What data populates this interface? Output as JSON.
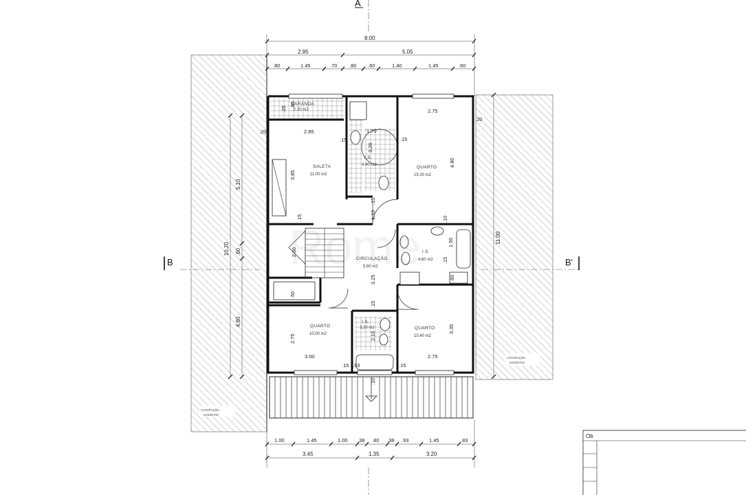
{
  "section_marks": {
    "top": "A",
    "left": "B",
    "right": "B'"
  },
  "dims_top": {
    "overall": "8.00",
    "split": [
      "2.95",
      "5.05"
    ],
    "detail": [
      ".80",
      "1.45",
      ".70",
      ".80",
      ".60",
      "1.40",
      "1.45",
      ".60"
    ]
  },
  "dims_bottom": {
    "detail": [
      "1.00",
      "1.45",
      "1.00",
      ".38",
      ".80",
      ".38",
      ".93",
      "1.45",
      ".83"
    ],
    "split": [
      "3.45",
      "1.35",
      "3.20"
    ]
  },
  "dims_left": {
    "outer": "10.20",
    "parts": [
      "5.10",
      ".60",
      "4.80"
    ]
  },
  "dims_right": {
    "outer": "11.00"
  },
  "rooms": [
    {
      "key": "varanda",
      "name": "VARANDA",
      "area": "2.20 m2"
    },
    {
      "key": "saleta",
      "name": "SALETA",
      "area": "11.00 m2"
    },
    {
      "key": "is1",
      "name": "I.S.",
      "area": "4.40 m2"
    },
    {
      "key": "quarto1",
      "name": "QUARTO",
      "area": "15.00 m2"
    },
    {
      "key": "circulacao",
      "name": "CIRCULAÇÃO",
      "area": "5.80 m2"
    },
    {
      "key": "is2",
      "name": "I.S.",
      "area": "4.60 m2"
    },
    {
      "key": "quarto2",
      "name": "QUARTO",
      "area": "10.00 m2"
    },
    {
      "key": "is3",
      "name": "I.S.",
      "area": "3.20 m2"
    },
    {
      "key": "quarto3",
      "name": "QUARTO",
      "area": "10.40 m2"
    }
  ],
  "inner_dims": {
    "saleta_w": "2.85",
    "saleta_h": "3.85",
    "is1_w": "1.70",
    "is1_h": "3.20",
    "quarto1_w": "2.75",
    "quarto1_h": "4.80",
    "varanda_a": ".25",
    "varanda_b": ".80",
    "c15a": ".15",
    "c15b": ".15",
    "c20a": ".20",
    "c20b": ".20",
    "c15c": ".15",
    "c110": "1.10",
    "c15d": ".15",
    "c10": ".10",
    "stair": "2.00",
    "circ_h": "3.25",
    "c15e": ".15",
    "is2_w": "1.50",
    "c15f": ".15",
    "c60": ".60",
    "c50": ".50",
    "quarto2_w": "3.00",
    "quarto2_h": "2.75",
    "is3_h": "2.10",
    "quarto3_w": "2.75",
    "quarto3_h": "3.35",
    "c15g": ".15",
    "c15h": ".15",
    "c93": ".93",
    "c10b": ".10"
  },
  "neighbour_notes": {
    "left": [
      "construção",
      "existente"
    ],
    "right": [
      "construção",
      "existente"
    ]
  },
  "watermark": "Rome",
  "table_label": "Ob",
  "colors": {
    "line": "#111111",
    "hatch": "#888888",
    "background": "#ffffff"
  }
}
